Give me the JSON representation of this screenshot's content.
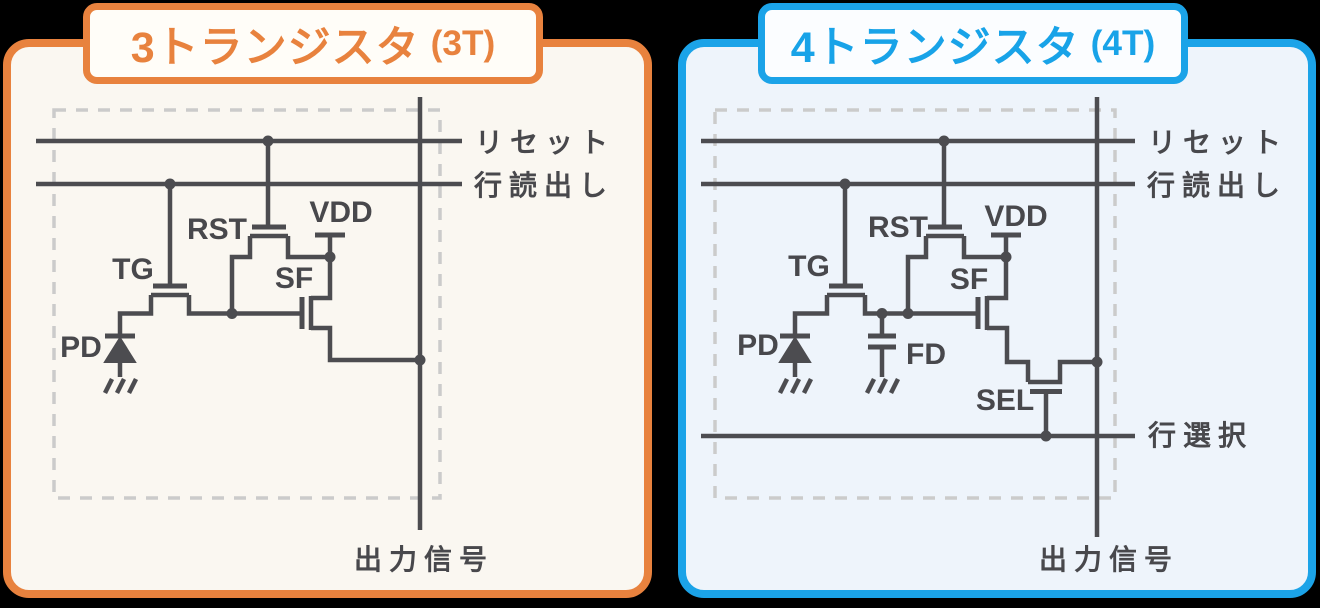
{
  "page": {
    "background": "#000000"
  },
  "colors": {
    "wire": "#4C4C50",
    "label_text": "#48484C",
    "dashed_pixel_border": "#CBCBCB",
    "orange_accent": "#E8823E",
    "blue_accent": "#18A3E8",
    "panel_3t_background": "#FAF7F1",
    "panel_4t_background": "#EEF4FB"
  },
  "panel_3t": {
    "title_main": "3トランジスタ",
    "title_suffix": "(3T)",
    "line_labels": {
      "reset": "リセット",
      "row_readout": "行読出し",
      "output_signal": "出力信号"
    },
    "component_labels": {
      "tg": "TG",
      "rst": "RST",
      "sf": "SF",
      "pd": "PD",
      "vdd": "VDD"
    }
  },
  "panel_4t": {
    "title_main": "4トランジスタ",
    "title_suffix": "(4T)",
    "line_labels": {
      "reset": "リセット",
      "row_readout": "行読出し",
      "row_select": "行選択",
      "output_signal": "出力信号"
    },
    "component_labels": {
      "tg": "TG",
      "rst": "RST",
      "sf": "SF",
      "pd": "PD",
      "fd": "FD",
      "sel": "SEL",
      "vdd": "VDD"
    }
  }
}
